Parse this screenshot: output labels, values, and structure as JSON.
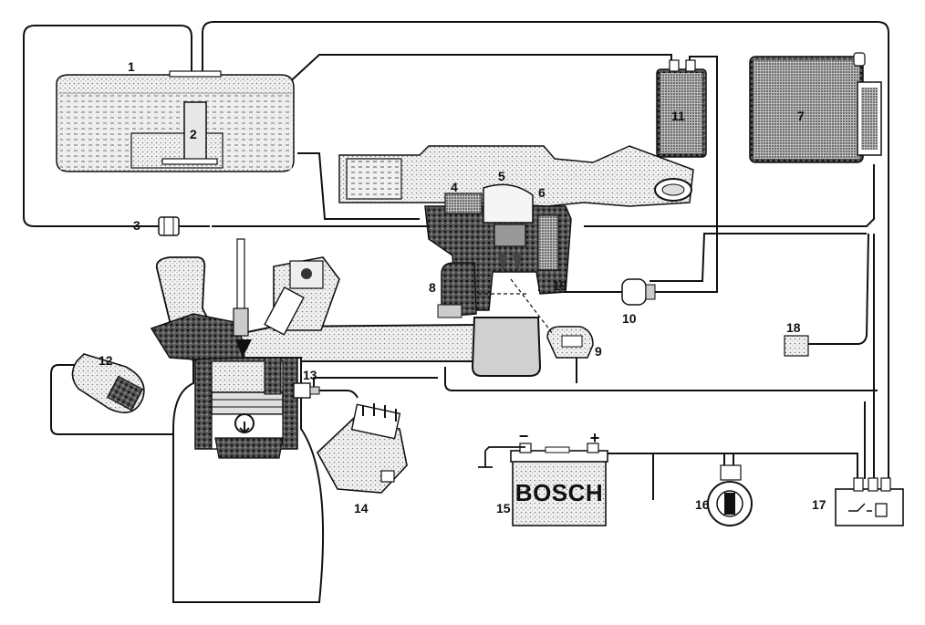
{
  "diagram": {
    "labels": [
      "1",
      "2",
      "3",
      "4",
      "5",
      "6",
      "7",
      "8",
      "9",
      "10",
      "11",
      "12",
      "13",
      "14",
      "15",
      "16",
      "17",
      "18",
      "19"
    ],
    "battery": {
      "brand": "BOSCH",
      "negative": "−",
      "positive": "+"
    }
  },
  "colors": {
    "ink": "#111111",
    "stipple": "#d9d9d9",
    "dark": "#2a2a2a",
    "paper": "#ffffff"
  }
}
